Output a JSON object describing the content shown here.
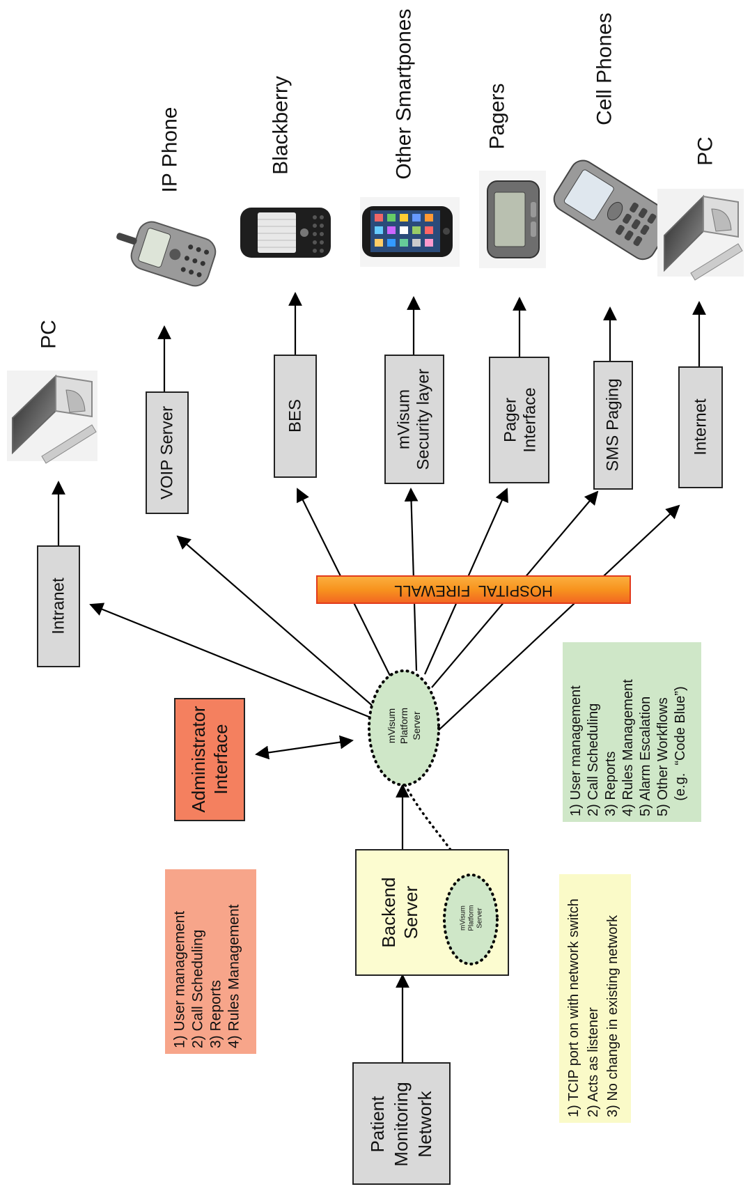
{
  "devices": {
    "pc_intranet": "PC",
    "ip_phone": "IP Phone",
    "blackberry": "Blackberry",
    "smartphones": "Other Smartpones",
    "pagers": "Pagers",
    "cell_phones": "Cell Phones",
    "pc_internet": "PC"
  },
  "gateways": {
    "intranet": "Intranet",
    "voip": "VOIP Server",
    "bes": "BES",
    "security_l1": "mVisum",
    "security_l2": "Security layer",
    "pager_l1": "Pager",
    "pager_l2": "Interface",
    "sms": "SMS Paging",
    "internet": "Internet"
  },
  "firewall": "HOSPITAL  FIREWALL",
  "platform": [
    "mVisum",
    "Platform",
    "Server"
  ],
  "admin": [
    "Administrator",
    "Interface"
  ],
  "backend": [
    "Backend",
    "Server"
  ],
  "patient": [
    "Patient",
    "Monitoring",
    "Network"
  ],
  "admin_features": [
    "1) User management",
    "2) Call Scheduling",
    "3) Reports",
    "4) Rules Management"
  ],
  "platform_features": [
    "1) User management",
    "2) Call Scheduling",
    "3) Reports",
    "4) Rules Management",
    "5) Alarm Escalation",
    "5) Other Workflows",
    "    (e.g.  “Code Blue”)"
  ],
  "network_notes": [
    "1) TCIP port on with network switch",
    "2) Acts as listener",
    "3) No change in existing network"
  ],
  "colors": {
    "gray_box": "#d9d9d9",
    "admin_box": "#f4805f",
    "admin_note": "#f7a58a",
    "backend_box": "#fcfcd0",
    "platform_fill": "#cfe7c8",
    "features_note": "#cfe7c8",
    "network_note": "#fafac8",
    "firewall": "#f7931e",
    "firewall_border": "#e23b1c"
  }
}
